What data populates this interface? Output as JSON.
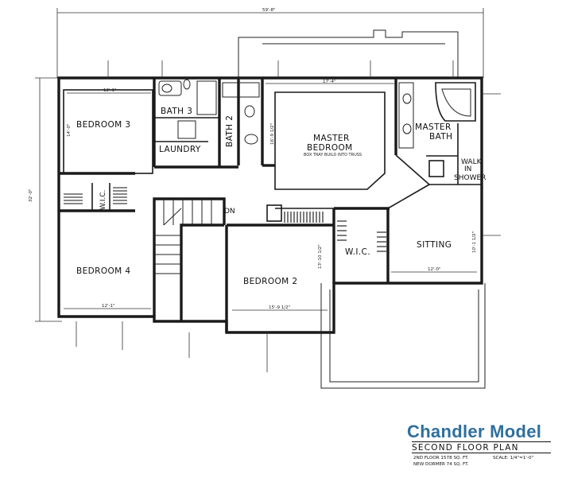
{
  "rooms": {
    "bedroom3": "BEDROOM 3",
    "bath3": "BATH 3",
    "laundry": "LAUNDRY",
    "bath2": "BATH 2",
    "master_bedroom_line1": "MASTER",
    "master_bedroom_line2": "BEDROOM",
    "master_bath_line1": "MASTER",
    "master_bath_line2": "BATH",
    "walk_in_shower_line1": "WALK",
    "walk_in_shower_line2": "IN",
    "walk_in_shower_line3": "SHOWER",
    "wic_left": "W.I.C.",
    "wic_right": "W.I.C.",
    "sitting": "SITTING",
    "bedroom4": "BEDROOM 4",
    "bedroom2": "BEDROOM 2",
    "stair_label": "DN",
    "tray_note": "BOX TRAY BUILD INTO TRUSS"
  },
  "dimensions": {
    "overall_width": "59'-8\"",
    "overall_depth": "32'-0\"",
    "bedroom3_width": "12'-1\"",
    "bedroom3_depth": "14'-0\"",
    "master_width": "17'-4\"",
    "master_depth": "16'-9 1/2\"",
    "bedroom4_width": "12'-1\"",
    "bedroom2_width": "15'-9 1/2\"",
    "bedroom2_depth": "13'-10 1/2\"",
    "sitting_width": "12'-0\"",
    "sitting_depth": "10'-1 1/2\""
  },
  "title_block": {
    "model_name": "Chandler Model",
    "plan_name": "SECOND FLOOR PLAN",
    "area_line1": "2ND FLOOR 1578 SQ. FT.",
    "area_line2": "NEW DORMER 74 SQ. FT.",
    "scale": "SCALE: 1/4\"=1'-0\""
  },
  "colors": {
    "title_blue": "#2e6f9e",
    "ink": "#1a1a1a"
  }
}
